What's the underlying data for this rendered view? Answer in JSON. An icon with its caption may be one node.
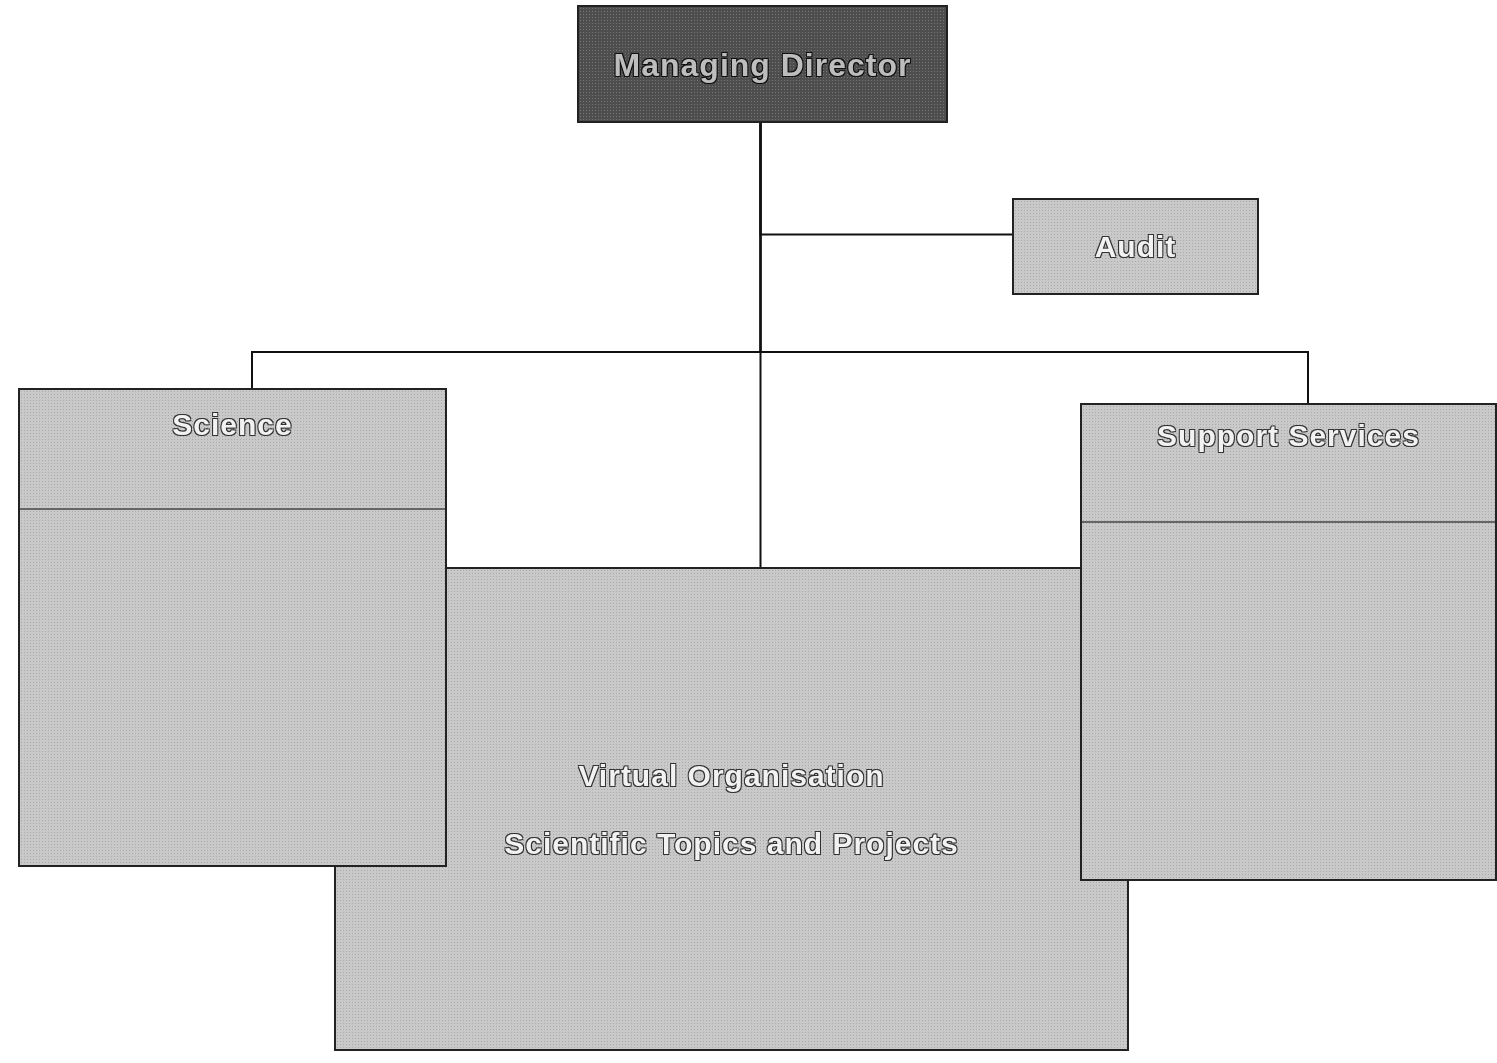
{
  "diagram": {
    "nodes": [
      {
        "text": [
          "Managing Director"
        ]
      },
      {
        "text": [
          "Audit"
        ]
      },
      {
        "text": [
          "Science"
        ]
      },
      {
        "text": [
          "Virtual Organisation",
          "Scientific Topics and Projects"
        ]
      },
      {
        "text": [
          "Support Services"
        ]
      }
    ],
    "edges": [
      {
        "from": 0,
        "to": 1,
        "arrow": "none"
      },
      {
        "from": 0,
        "to": 2,
        "arrow": "none"
      },
      {
        "from": 0,
        "to": 3,
        "arrow": "none"
      },
      {
        "from": 0,
        "to": 4,
        "arrow": "none"
      }
    ]
  }
}
